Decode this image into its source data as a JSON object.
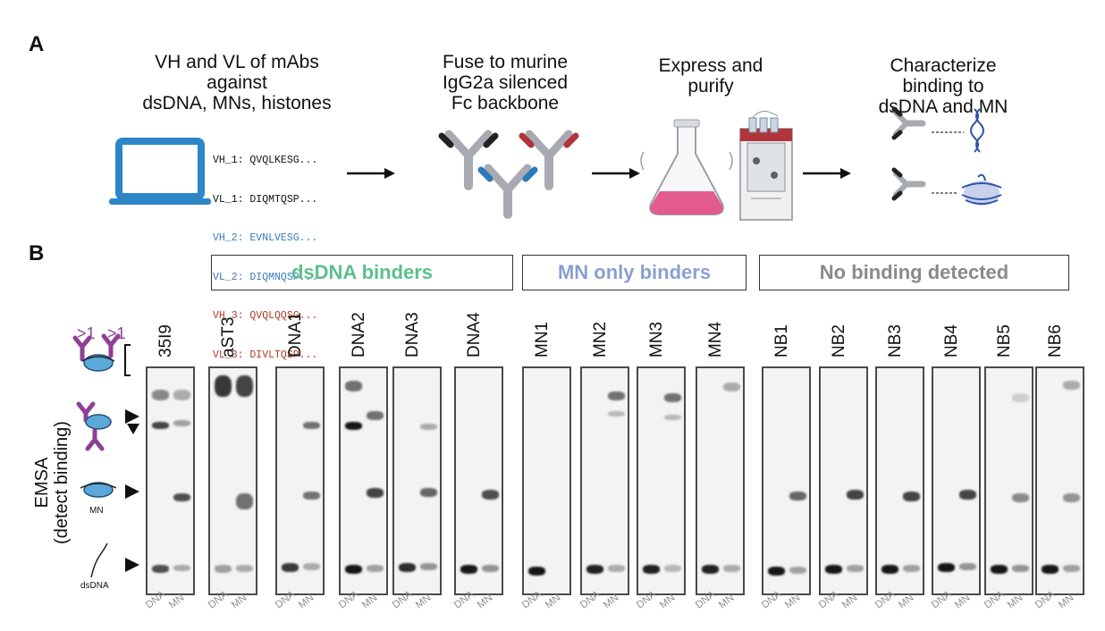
{
  "panel_a": {
    "letter": "A",
    "step1_title": [
      "VH and VL of mAbs",
      "against",
      "dsDNA, MNs, histones"
    ],
    "sequences": [
      {
        "text": "VH_1: QVQLKESG...",
        "color": "#111111"
      },
      {
        "text": "VL_1: DIQMTQSP...",
        "color": "#111111"
      },
      {
        "text": "VH_2: EVNLVESG...",
        "color": "#3b7cc0"
      },
      {
        "text": "VL_2: DIQMNQSP...",
        "color": "#3b7cc0"
      },
      {
        "text": "VH_3: QVQLQQSG...",
        "color": "#b23a2a"
      },
      {
        "text": "VL_3: DIVLTQSP...",
        "color": "#b23a2a"
      }
    ],
    "step2_title": [
      "Fuse to murine",
      "IgG2a silenced",
      "Fc backbone"
    ],
    "step3_title": [
      "Express and",
      "purify"
    ],
    "step4_title": [
      "Characterize",
      "binding to",
      "dsDNA and MN"
    ]
  },
  "panel_b": {
    "letter": "B",
    "groups": [
      {
        "label": "dsDNA binders",
        "color": "#5cbf8f"
      },
      {
        "label": "MN only binders",
        "color": "#8a9fd0"
      },
      {
        "label": "No binding detected",
        "color": "#8a8a8a"
      }
    ],
    "y_label_line1": "EMSA",
    "y_label_line2": "(detect binding)",
    "complex_label_1": ">1",
    "complex_label_2": ">1",
    "mn_label": "MN",
    "dsdna_label": "dsDNA",
    "lane_x_labels": [
      "DNA",
      "MN"
    ],
    "antibodies": [
      "35I9",
      "aST3",
      "DNA1",
      "DNA2",
      "DNA3",
      "DNA4",
      "MN1",
      "MN2",
      "MN3",
      "MN4",
      "NB1",
      "NB2",
      "NB3",
      "NB4",
      "NB5",
      "NB6"
    ]
  },
  "colors": {
    "antibody_gray": "#a7aab0",
    "antibody_black": "#222222",
    "antibody_red": "#b2333b",
    "antibody_blue": "#2a79b8",
    "laptop_blue": "#2d86c8",
    "purple": "#8e3f96",
    "nucleosome_blue": "#5aa9d9"
  }
}
